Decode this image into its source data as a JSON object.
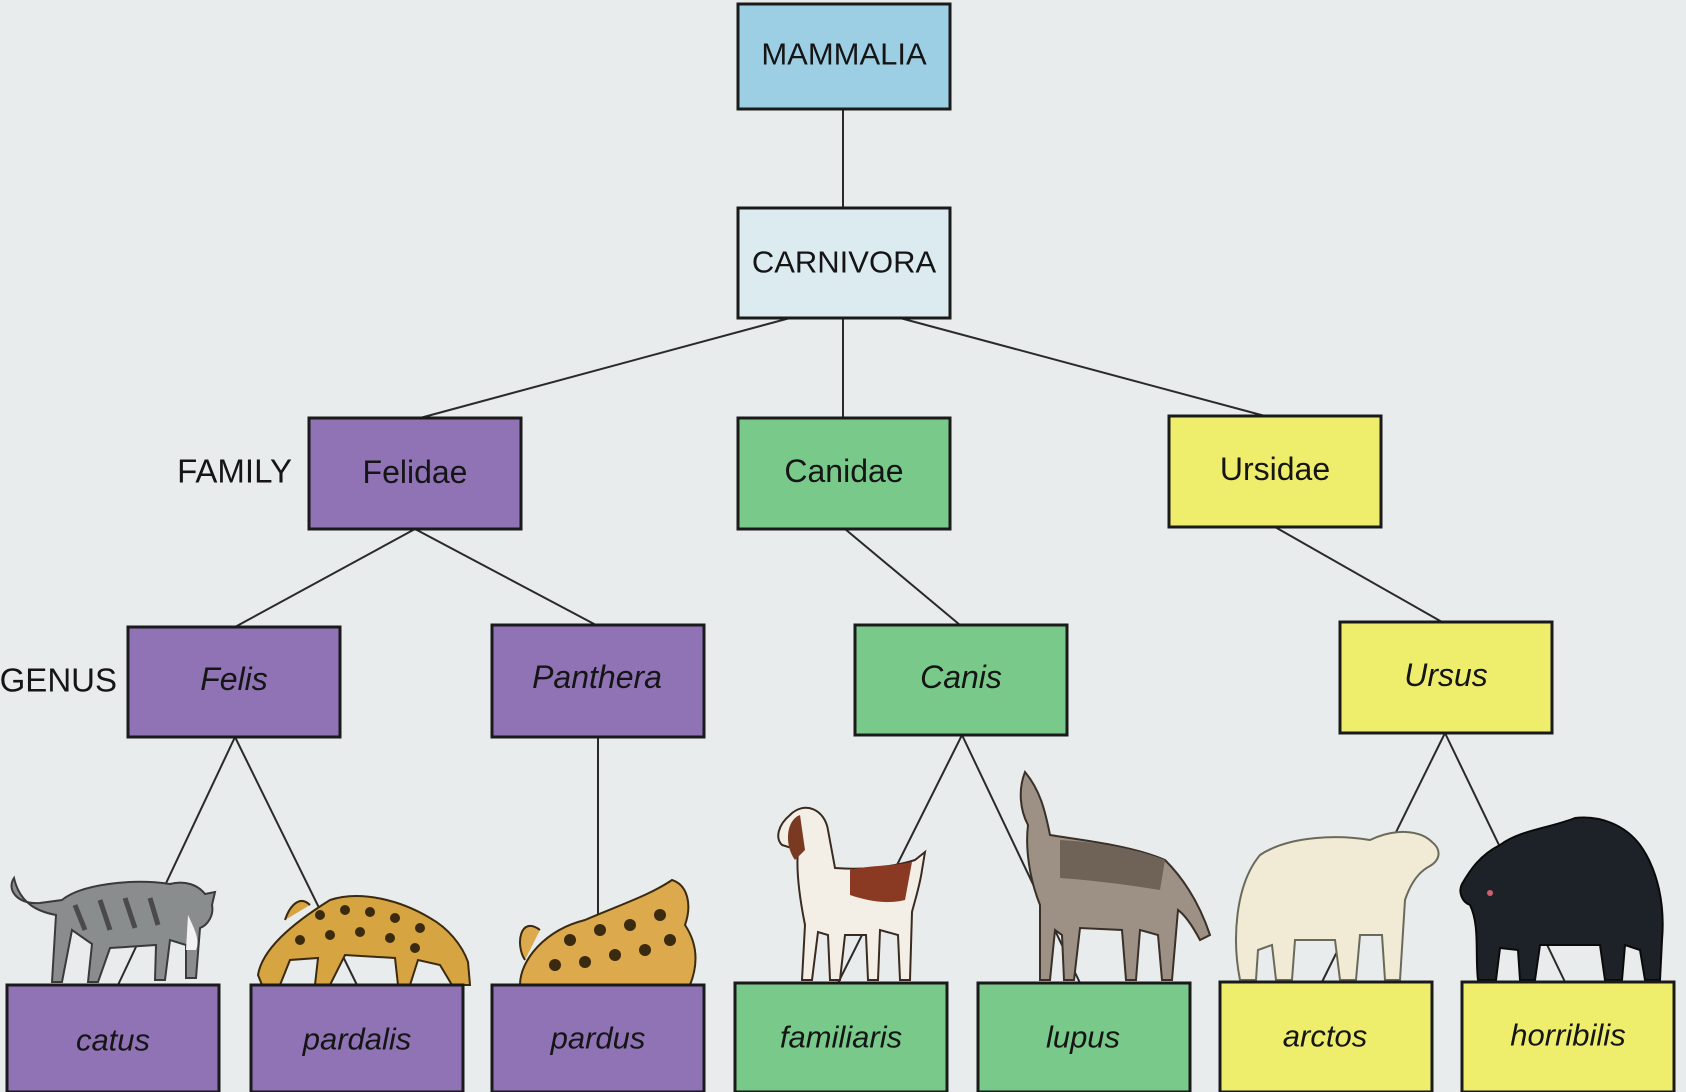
{
  "ranks": {
    "family": "FAMILY",
    "genus": "GENUS"
  },
  "palette": {
    "class": "#9dcfe4",
    "order": "#dcebf0",
    "felidae": "#8f73b5",
    "canidae": "#79c98a",
    "ursidae": "#eeee6c"
  },
  "tree": {
    "mammalia": {
      "label": "MAMMALIA"
    },
    "carnivora": {
      "label": "CARNIVORA"
    },
    "families": {
      "felidae": {
        "label": "Felidae"
      },
      "canidae": {
        "label": "Canidae"
      },
      "ursidae": {
        "label": "Ursidae"
      }
    },
    "genera": {
      "felis": {
        "label": "Felis"
      },
      "panthera": {
        "label": "Panthera"
      },
      "canis": {
        "label": "Canis"
      },
      "ursus": {
        "label": "Ursus"
      }
    },
    "species": {
      "catus": {
        "label": "catus",
        "animal": "house-cat-illustration"
      },
      "pardalis": {
        "label": "pardalis",
        "animal": "ocelot-illustration"
      },
      "pardus": {
        "label": "pardus",
        "animal": "leopard-illustration"
      },
      "familiaris": {
        "label": "familiaris",
        "animal": "dog-illustration"
      },
      "lupus": {
        "label": "lupus",
        "animal": "howling-wolf-illustration"
      },
      "arctos": {
        "label": "arctos",
        "animal": "polar-bear-illustration"
      },
      "horribilis": {
        "label": "horribilis",
        "animal": "black-bear-illustration"
      }
    }
  }
}
